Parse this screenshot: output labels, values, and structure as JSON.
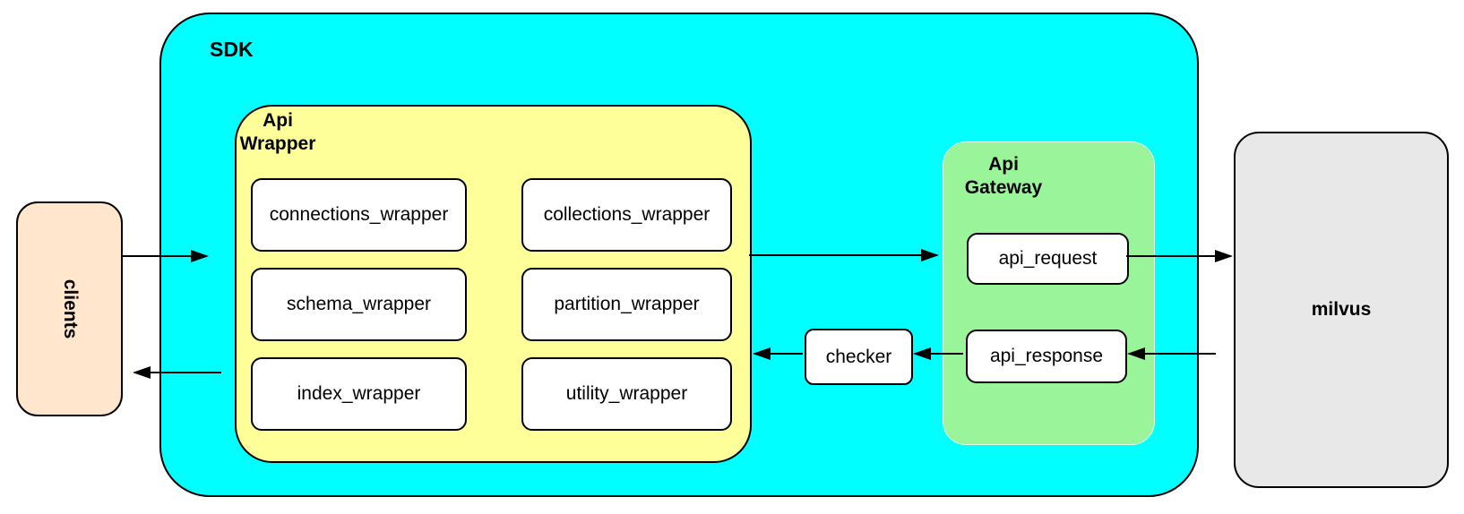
{
  "diagram": {
    "clients_label": "clients",
    "sdk_label": "SDK",
    "api_wrapper_label": {
      "line1": "Api",
      "line2": "Wrapper"
    },
    "wrapper_boxes": [
      "connections_wrapper",
      "collections_wrapper",
      "schema_wrapper",
      "partition_wrapper",
      "index_wrapper",
      "utility_wrapper"
    ],
    "api_gateway_label": {
      "line1": "Api",
      "line2": "Gateway"
    },
    "api_request_label": "api_request",
    "api_response_label": "api_response",
    "checker_label": "checker",
    "milvus_label": "milvus"
  },
  "colors": {
    "sdk_fill": "#00FFFF",
    "api_wrapper_fill": "#FFFF99",
    "api_gateway_fill": "#9AF59A",
    "clients_fill": "#FFE6CC",
    "milvus_fill": "#E8E8E8",
    "node_fill": "#FFFFFF",
    "border": "#000000"
  }
}
